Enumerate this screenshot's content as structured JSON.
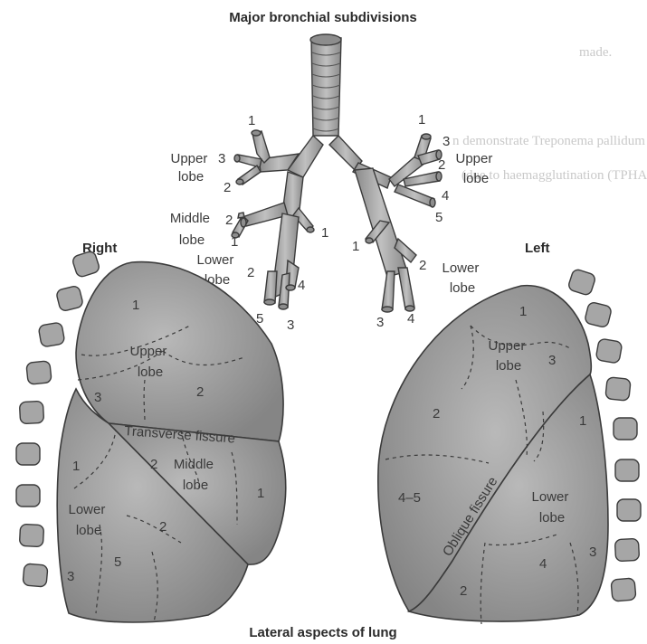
{
  "titles": {
    "top": "Major bronchial subdivisions",
    "bottom": "Lateral aspects of lung"
  },
  "sides": {
    "right": "Right",
    "left": "Left"
  },
  "background_text": [
    "made.",
    "n demonstrate Treponema pallidum in papules and mucous patches",
    "(due to haemagglutination (TPHA)."
  ],
  "bronchi": {
    "right_upper_lobe": "Upper lobe",
    "right_middle_lobe": "Middle lobe",
    "right_lower_lobe": "Lower lobe",
    "left_upper_lobe": "Upper lobe",
    "left_lower_lobe": "Lower lobe",
    "numbers": {
      "ru1": "1",
      "ru2": "2",
      "ru3": "3",
      "rm1": "1",
      "rm2": "2",
      "rl1": "1",
      "rl2": "2",
      "rl3": "3",
      "rl4": "4",
      "rl5": "5",
      "lu1": "1",
      "lu2": "2",
      "lu3": "3",
      "lu4": "4",
      "lu5": "5",
      "ll1": "1",
      "ll2": "2",
      "ll3": "3",
      "ll4": "4"
    }
  },
  "right_lung": {
    "upper_lobe": "Upper lobe",
    "middle_lobe": "Middle lobe",
    "lower_lobe": "Lower lobe",
    "transverse_fissure": "Transverse fissure",
    "segments": {
      "upper1": "1",
      "upper2": "2",
      "upper3": "3",
      "middle1": "1",
      "middle2": "2",
      "lower1": "1",
      "lower2": "2",
      "lower3": "3",
      "lower5": "5"
    }
  },
  "left_lung": {
    "upper_lobe": "Upper lobe",
    "lower_lobe": "Lower lobe",
    "oblique_fissure": "Oblique fissure",
    "segments": {
      "upper1": "1",
      "upper2": "2",
      "upper3": "3",
      "upper45": "4–5",
      "lower1": "1",
      "lower2": "2",
      "lower3": "3",
      "lower4": "4"
    }
  },
  "colors": {
    "lung_fill": "#8f8f8f",
    "lung_highlight": "#b4b4b4",
    "bronchus_fill": "#a8a8a8",
    "outline": "#3b3b3b",
    "text": "#3a3a3a"
  }
}
